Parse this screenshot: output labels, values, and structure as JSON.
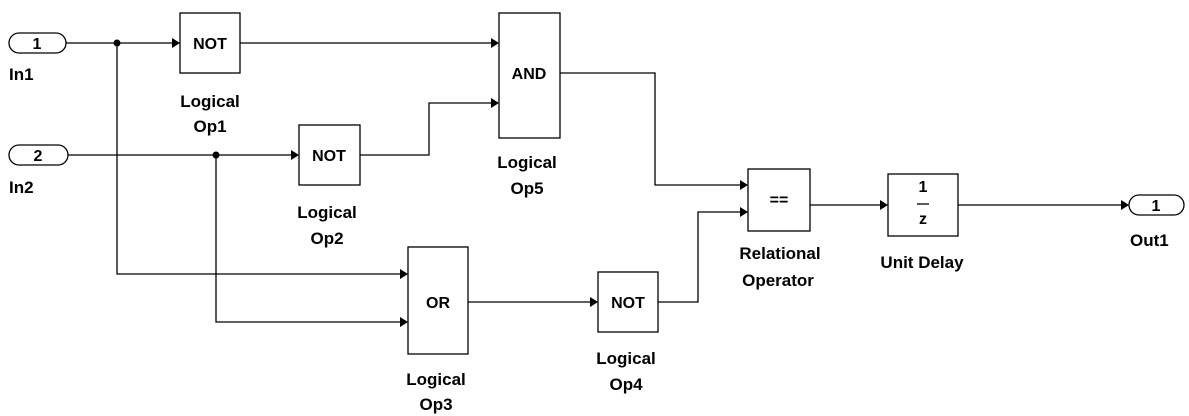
{
  "diagram": {
    "inports": [
      {
        "number": "1",
        "name": "In1"
      },
      {
        "number": "2",
        "name": "In2"
      }
    ],
    "outport": {
      "number": "1",
      "name": "Out1"
    },
    "blocks": {
      "op1": {
        "text": "NOT",
        "name_line1": "Logical",
        "name_line2": "Op1"
      },
      "op2": {
        "text": "NOT",
        "name_line1": "Logical",
        "name_line2": "Op2"
      },
      "op3": {
        "text": "OR",
        "name_line1": "Logical",
        "name_line2": "Op3"
      },
      "op4": {
        "text": "NOT",
        "name_line1": "Logical",
        "name_line2": "Op4"
      },
      "op5": {
        "text": "AND",
        "name_line1": "Logical",
        "name_line2": "Op5"
      },
      "relop": {
        "text": "==",
        "name_line1": "Relational",
        "name_line2": "Operator"
      },
      "delay": {
        "numerator": "1",
        "denominator": "z",
        "name": "Unit Delay"
      }
    }
  }
}
